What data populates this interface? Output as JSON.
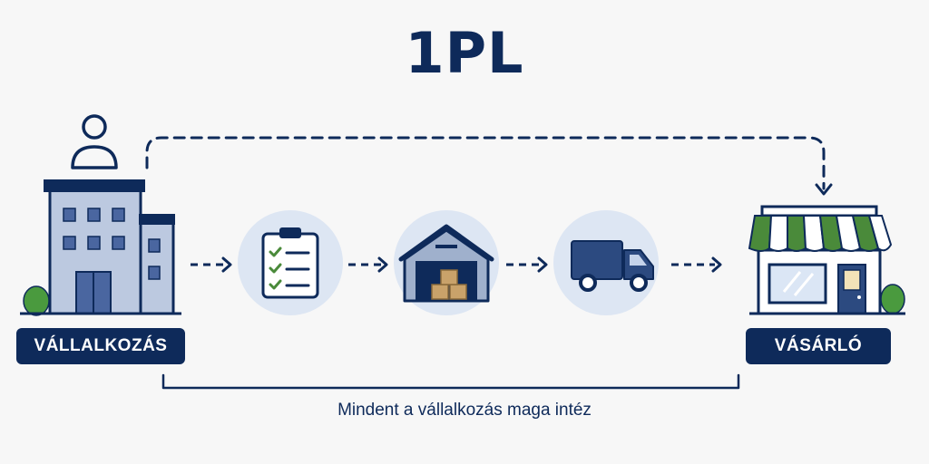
{
  "title": "1PL",
  "nodes": {
    "business": {
      "label": "VÁLLALKOZÁS",
      "icon": "business-building-icon"
    },
    "buyer": {
      "label": "VÁSÁRLÓ",
      "icon": "shop-storefront-icon"
    }
  },
  "steps": [
    {
      "icon": "clipboard-checklist-icon"
    },
    {
      "icon": "warehouse-icon"
    },
    {
      "icon": "delivery-truck-icon"
    }
  ],
  "caption": "Mindent a vállalkozás maga intéz",
  "colors": {
    "navy": "#0e2a5a",
    "circle_bg": "#dde6f3",
    "building_fill": "#bcc9e0",
    "awning_green": "#4a8a3a",
    "bush_green": "#4a9a3e",
    "box_tan": "#c9a26a",
    "background": "#f7f7f7"
  }
}
